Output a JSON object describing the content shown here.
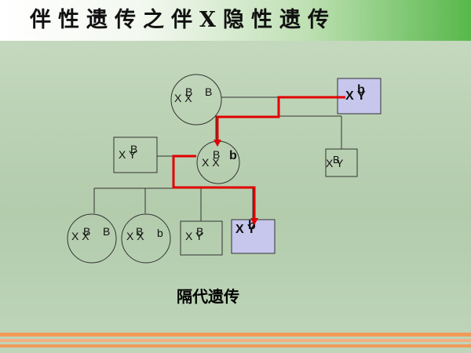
{
  "title": "伴性遗传之伴X隐性遗传",
  "caption": "隔代遗传",
  "colors": {
    "affected_fill": "#c7c6ec",
    "line": "#333333",
    "path": "#e00000",
    "stripe_orange": "#f09a5a"
  },
  "pedigree": {
    "gen1_female": {
      "base": "X X",
      "sup1": "B",
      "sup2": "B"
    },
    "gen1_male": {
      "base": "X Y",
      "sup": "b",
      "affected": true
    },
    "gen2_male_left": {
      "base": "X Y",
      "sup": "B"
    },
    "gen2_female": {
      "base": "X X",
      "sup1": "B",
      "sup2": "b"
    },
    "gen2_male_right": {
      "base": "X Y",
      "sup": "B"
    },
    "gen3_female_1": {
      "base": "X X",
      "sup1": "B",
      "sup2": "B"
    },
    "gen3_female_2": {
      "base": "X X",
      "sup1": "B",
      "sup2": "b"
    },
    "gen3_male_1": {
      "base": "X Y",
      "sup": "B"
    },
    "gen3_male_2": {
      "base": "X Y",
      "sup": "b",
      "affected": true
    }
  }
}
